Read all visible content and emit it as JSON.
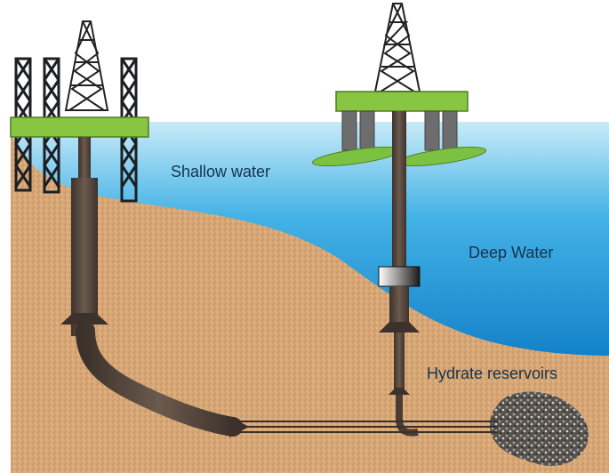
{
  "labels": {
    "shallow_water": "Shallow water",
    "deep_water": "Deep Water",
    "hydrate_reservoirs": "Hydrate reservoirs"
  },
  "colors": {
    "sea_top": "#bfe6f6",
    "sea_bottom": "#0a7fc8",
    "seabed": "#d8a777",
    "platform_deck": "#88c540",
    "pontoon": "#7cc242",
    "pipe": "#4a3c33",
    "rig_leg": "#1c1f24",
    "reservoir": "#5f5a55"
  }
}
